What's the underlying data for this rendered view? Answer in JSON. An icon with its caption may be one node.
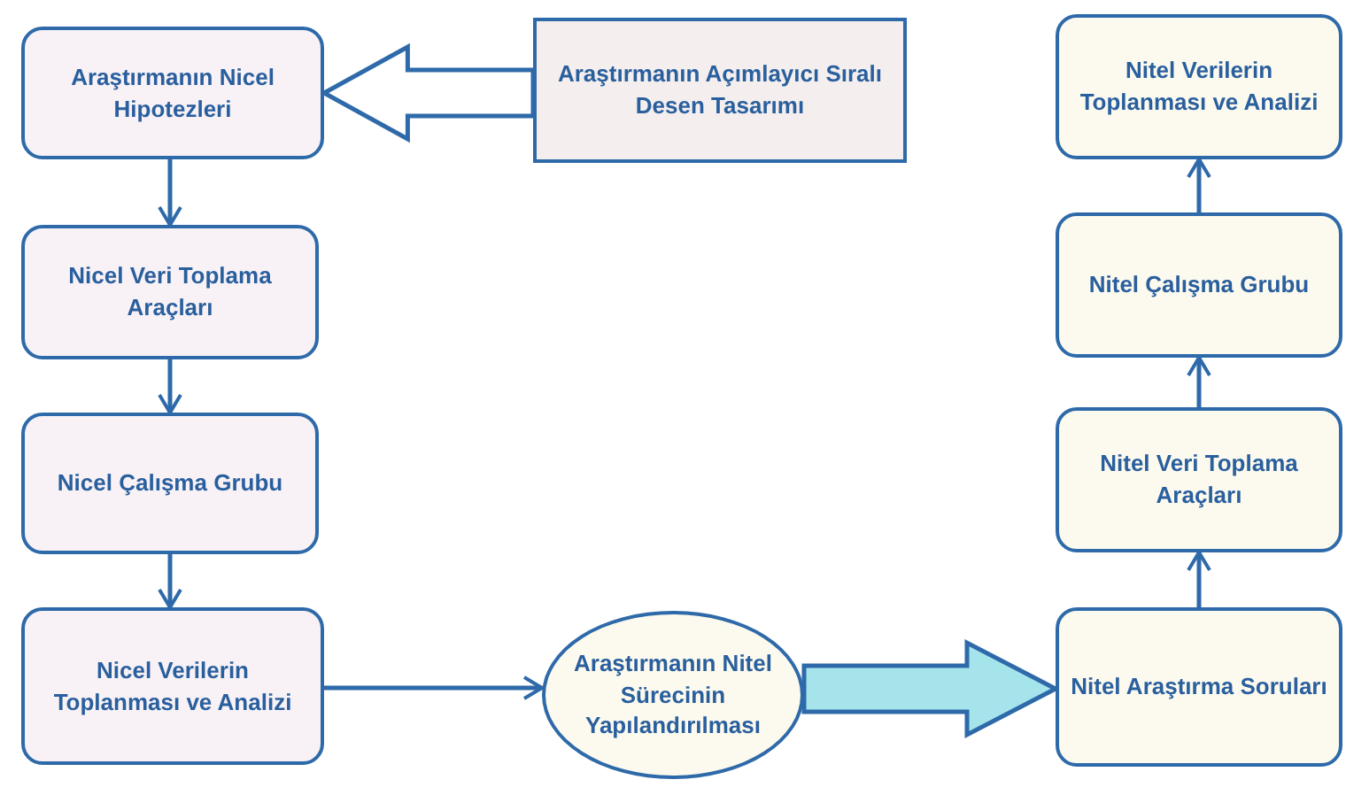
{
  "diagram": {
    "nodes": [
      {
        "text": [
          "Araştırmanın Nicel Hipotezleri"
        ]
      },
      {
        "text": [
          "Araştırmanın Açımlayıcı Sıralı Desen Tasarımı"
        ]
      },
      {
        "text": [
          "Nitel Verilerin Toplanması ve Analizi"
        ]
      },
      {
        "text": [
          "Nicel Veri Toplama Araçları"
        ]
      },
      {
        "text": [
          "Nitel Çalışma Grubu"
        ]
      },
      {
        "text": [
          "Nicel Çalışma Grubu"
        ]
      },
      {
        "text": [
          "Nitel Veri Toplama Araçları"
        ]
      },
      {
        "text": [
          "Nicel Verilerin Toplanması ve Analizi"
        ]
      },
      {
        "text": [
          "Araştırmanın Nitel Sürecinin Yapılandırılması"
        ]
      },
      {
        "text": [
          "Nitel Araştırma Soruları"
        ]
      }
    ],
    "edges": [
      {
        "from": 1,
        "to": 0,
        "arrow": "to",
        "style": "thick"
      },
      {
        "from": 0,
        "to": 3,
        "arrow": "to"
      },
      {
        "from": 3,
        "to": 5,
        "arrow": "to"
      },
      {
        "from": 5,
        "to": 7,
        "arrow": "to"
      },
      {
        "from": 7,
        "to": 8,
        "arrow": "to"
      },
      {
        "from": 8,
        "to": 9,
        "arrow": "to",
        "style": "thick",
        "color": "#a6e4ec"
      },
      {
        "from": 9,
        "to": 6,
        "arrow": "to"
      },
      {
        "from": 6,
        "to": 4,
        "arrow": "to"
      },
      {
        "from": 4,
        "to": 2,
        "arrow": "to"
      }
    ]
  }
}
